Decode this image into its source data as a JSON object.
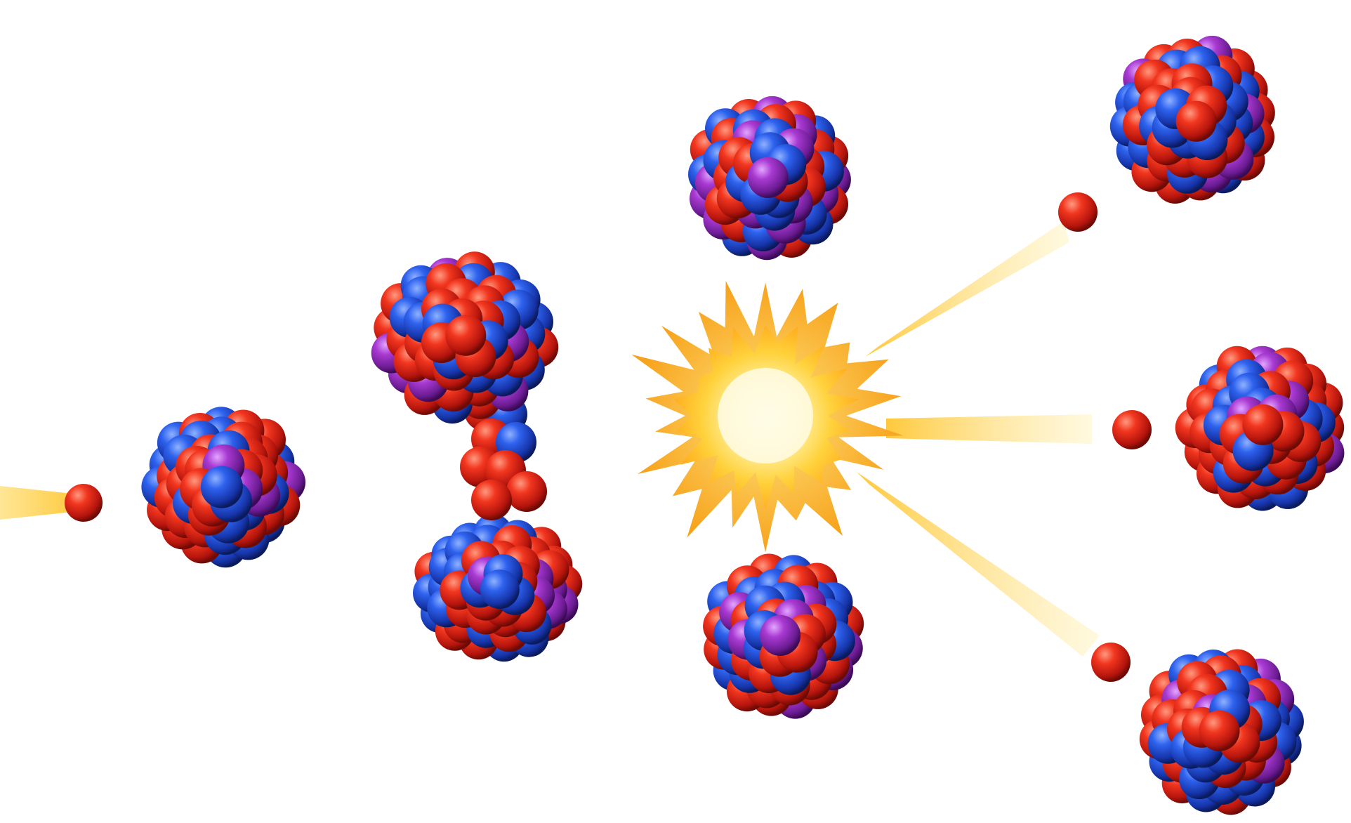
{
  "colors": {
    "background": "#ffffff",
    "proton": "#e8261a",
    "neutron": "#1f4fd8",
    "purple_particle": "#a23cc8",
    "energy_flash": "#ffd54a",
    "energy_core": "#fff8d6",
    "beam": "#ffd966"
  },
  "elements": {
    "incoming_neutron": {
      "icon": "neutron-sphere-icon"
    },
    "target_nucleus": {
      "icon": "nucleus-cluster-icon"
    },
    "splitting_nucleus": {
      "icon": "deformed-nucleus-icon"
    },
    "energy_release": {
      "icon": "explosion-burst-icon"
    },
    "fission_fragments": {
      "count": 2,
      "icon": "nucleus-cluster-icon"
    },
    "released_neutrons": {
      "count": 3,
      "icon": "neutron-sphere-icon"
    },
    "secondary_nuclei": {
      "count": 3,
      "icon": "nucleus-cluster-icon"
    }
  }
}
